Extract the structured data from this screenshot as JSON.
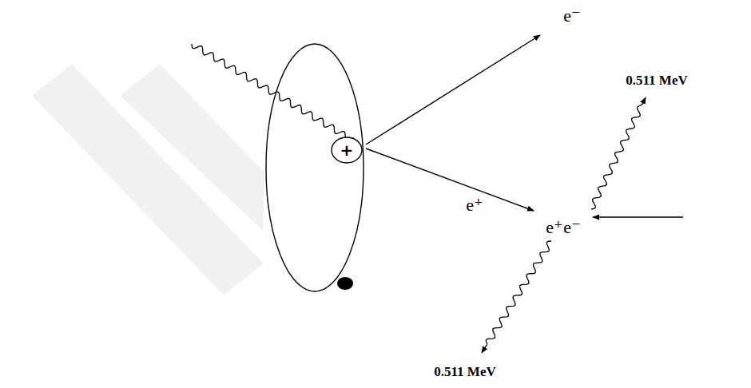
{
  "diagram": {
    "nodes": [
      {
        "text": [
          "+"
        ]
      }
    ],
    "labels": [
      "e⁻",
      "e⁺",
      "e⁺",
      "e⁻",
      "0.511 MeV",
      "0.511 MeV"
    ]
  }
}
